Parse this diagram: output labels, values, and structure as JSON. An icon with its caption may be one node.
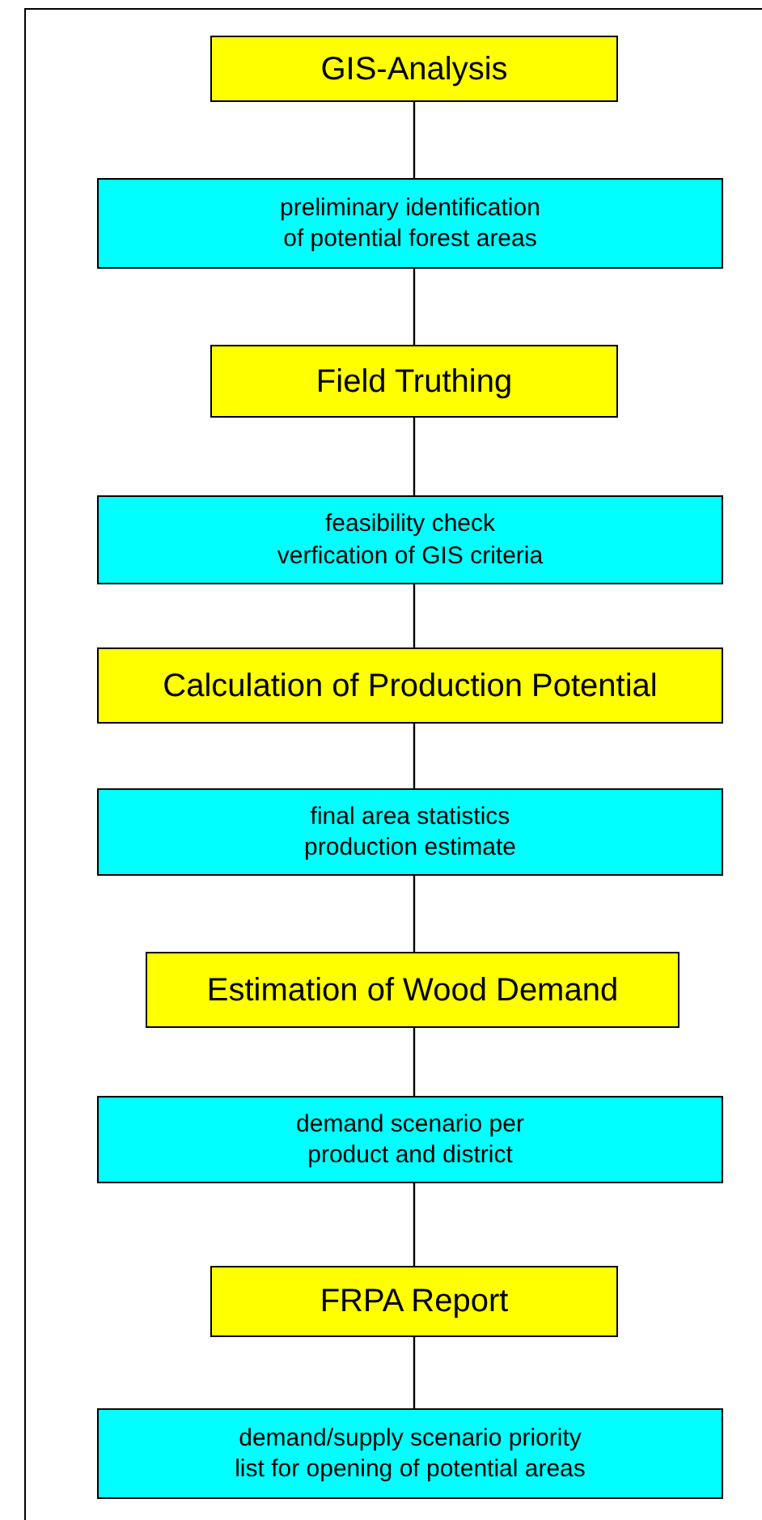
{
  "diagram": {
    "nodes": [
      {
        "text": [
          "GIS-Analysis"
        ]
      },
      {
        "text": [
          "preliminary identification of potential forest areas"
        ]
      },
      {
        "text": [
          "Field Truthing"
        ]
      },
      {
        "text": [
          "feasibility check verfication of GIS criteria"
        ]
      },
      {
        "text": [
          "Calculation of Production Potential"
        ]
      },
      {
        "text": [
          "final area statistics production estimate"
        ]
      },
      {
        "text": [
          "Estimation of Wood Demand"
        ]
      },
      {
        "text": [
          "demand scenario per product and district"
        ]
      },
      {
        "text": [
          "FRPA Report"
        ]
      },
      {
        "text": [
          "demand/supply scenario priority list for opening of potential areas"
        ]
      }
    ],
    "edges": [
      {
        "from": 0,
        "to": 1,
        "arrow": "none"
      },
      {
        "from": 1,
        "to": 2,
        "arrow": "none"
      },
      {
        "from": 2,
        "to": 3,
        "arrow": "none"
      },
      {
        "from": 3,
        "to": 4,
        "arrow": "none"
      },
      {
        "from": 4,
        "to": 5,
        "arrow": "none"
      },
      {
        "from": 5,
        "to": 6,
        "arrow": "none"
      },
      {
        "from": 6,
        "to": 7,
        "arrow": "none"
      },
      {
        "from": 7,
        "to": 8,
        "arrow": "none"
      },
      {
        "from": 8,
        "to": 9,
        "arrow": "none"
      }
    ]
  }
}
